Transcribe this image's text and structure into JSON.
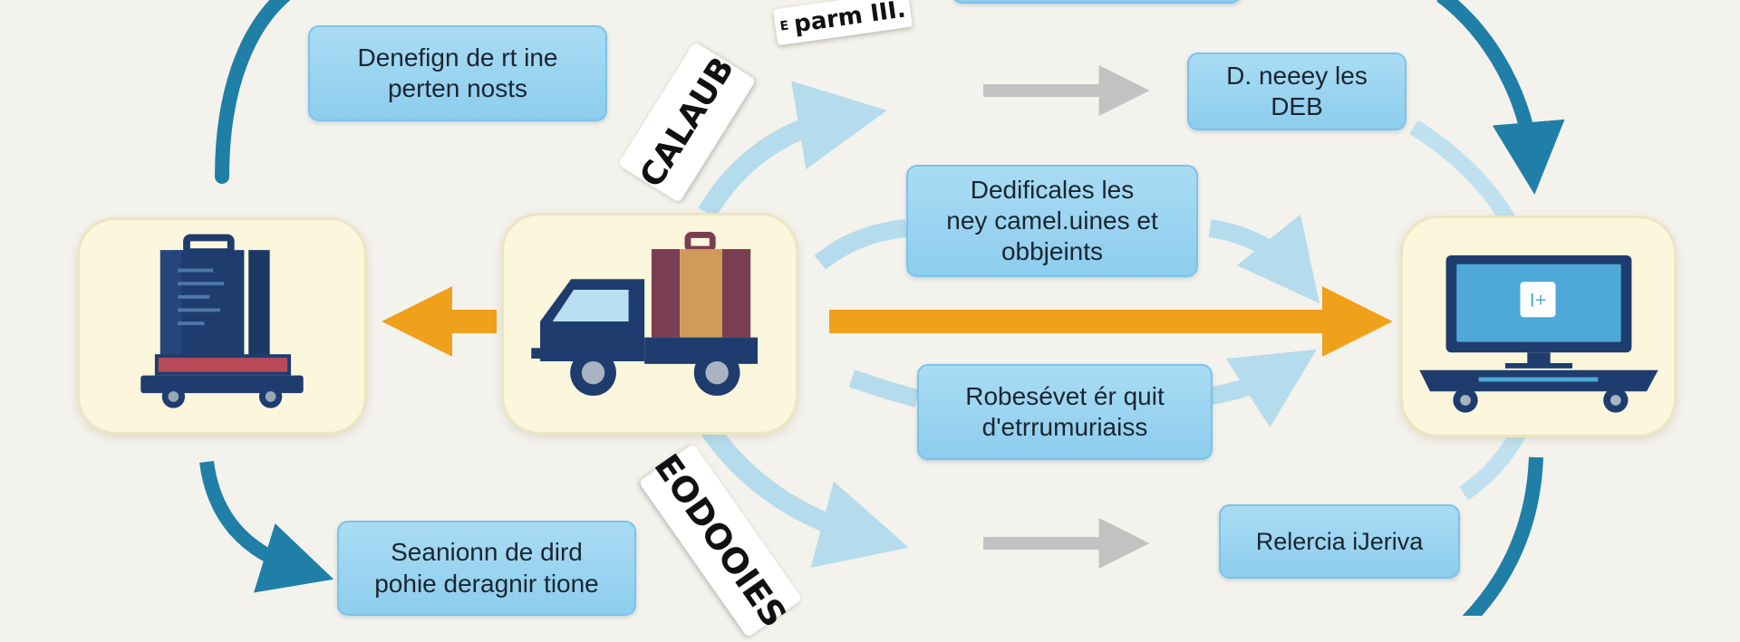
{
  "labels": {
    "top_left": "Denefign de rt ine\nperten nosts",
    "top_right": "D. neeey les DEB",
    "center_top": "Dedificales les\nney camel.uines et\nobbjeints",
    "center_bottom": "Robesévet ér quit\nd'etrrumuriaiss",
    "bottom_left": "Seanionn de dird\npohie deragnir tione",
    "bottom_right": "Relercia iJeriva"
  },
  "banners": {
    "top_curved": "CALAUB",
    "top_corner": "parm III.",
    "top_corner_small": "E",
    "bottom_curved": "EODOOIES"
  },
  "icons": {
    "left_node": "luggage-cart-icon",
    "center_node": "delivery-truck-icon",
    "right_node": "computer-workstation-icon",
    "screen_glyph": "I+"
  },
  "colors": {
    "loop_arrow": "#1f7fa6",
    "light_arrow": "#b5dcec",
    "main_arrow": "#f0a11c",
    "grey_arrow": "#c2c2c2",
    "label_fill": "#9ad4f0",
    "node_fill": "#fbf6dc",
    "navy": "#1e3d6e"
  }
}
